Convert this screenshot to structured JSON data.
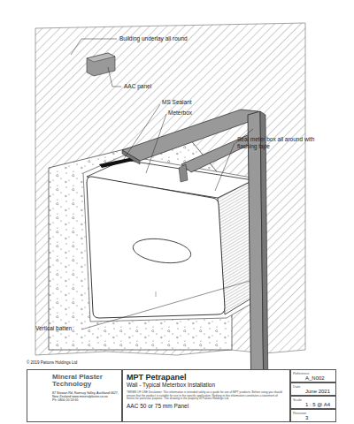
{
  "diagram": {
    "nodes": [
      {
        "text": [
          "Mineral Plaster Technology",
          "87 Stewart Rd, Ramsay Valley, Auckland 0627, New Zealand www.mineralplaster.co.nz",
          "Ph: 0800 20 53 65"
        ]
      },
      {
        "text": [
          "MPT Petrapanel",
          "Wall - Typical Meterbox Installation",
          "TERMS OF USE Disclaimer: This information is intended solely as a guide for use of MPT products. Before using you should ensure that the product is suitable for use in the specific application. Nothing in this information constitutes a statement of fitness for particular purpose. This drawing is the property of Pattons Holdings Ltd.",
          "AAC 50 or 75 mm Panel"
        ]
      },
      {
        "text": [
          "Reference",
          "A_N002"
        ]
      },
      {
        "text": [
          "Date",
          "June 2021"
        ]
      },
      {
        "text": [
          "Scale",
          "1 : 5 @ A4"
        ]
      },
      {
        "text": [
          "Revision",
          "3"
        ]
      }
    ],
    "labels": [
      "Building underlay all round",
      "AAC panel",
      "MS Sealant",
      "Meterbox",
      "Seal meter box all around with flashing tape",
      "Vertical batten",
      "© 2019 Pattons Holdings Ltd"
    ]
  }
}
